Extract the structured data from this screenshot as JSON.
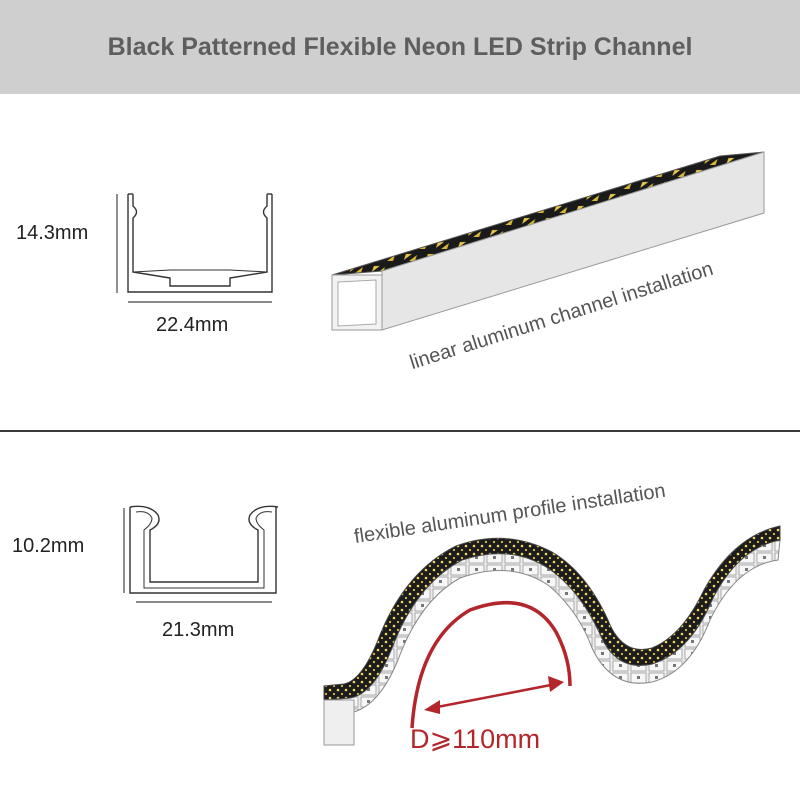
{
  "header": {
    "title": "Black Patterned Flexible Neon LED Strip Channel"
  },
  "linear_profile": {
    "height_label": "14.3mm",
    "width_label": "22.4mm",
    "caption": "linear aluminum channel installation"
  },
  "flexible_profile": {
    "height_label": "10.2mm",
    "width_label": "21.3mm",
    "caption": "flexible aluminum profile installation",
    "bend_radius_label": "D⩾110mm"
  },
  "colors": {
    "header_bg": "#cfcfcf",
    "header_text": "#5e5e5e",
    "accent_red": "#b3262c",
    "led_yellow": "#e8c64a",
    "channel_gray": "#e6e6e6"
  }
}
